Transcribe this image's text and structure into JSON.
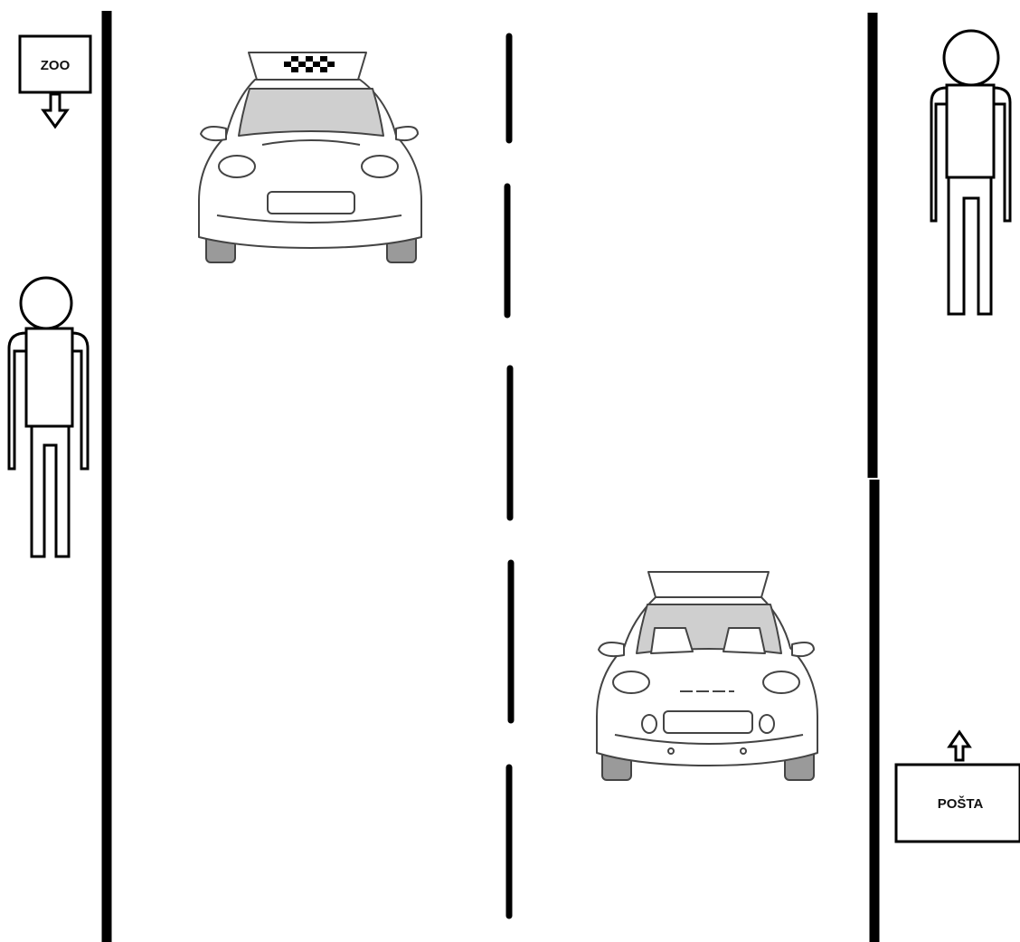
{
  "signs": {
    "zoo_label": "ZOO",
    "posta_label": "POŠTA"
  },
  "colors": {
    "background": "#ffffff",
    "ink": "#000000",
    "car_body": "#ffffff",
    "car_line": "#444444",
    "glass": "#cfcfcf",
    "tires": "#9a9a9a"
  },
  "taxi": {
    "roof_sign": "checkered"
  }
}
